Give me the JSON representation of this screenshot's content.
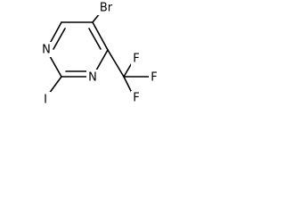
{
  "molecule": {
    "atoms": {
      "bromine": "Br",
      "iodine": "I",
      "ring_nitrogen_top": "N",
      "ring_nitrogen_bottom": "N",
      "fluorine_right": "F",
      "fluorine_upper": "F",
      "fluorine_lower": "F"
    }
  },
  "colors": {
    "bond": "#000000",
    "label": "#000000",
    "background": "#ffffff"
  }
}
